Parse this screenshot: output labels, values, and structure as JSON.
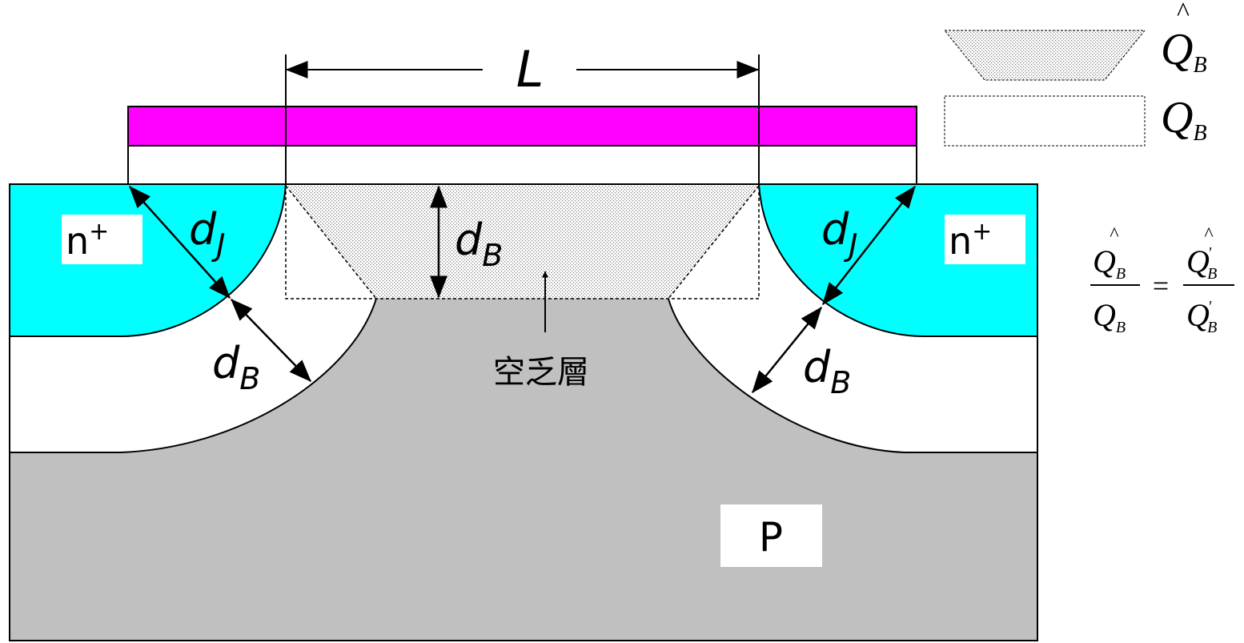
{
  "labels": {
    "channel_length": "L",
    "source_region": "n",
    "drain_region": "n",
    "doping_sup": "+",
    "substrate": "P",
    "depletion_layer": "空乏層",
    "d_symbol": "d",
    "junction_sub": "J",
    "depletion_sub": "B"
  },
  "legend": {
    "charge_symbol": "Q",
    "charge_sub": "B",
    "hat_mark": "^",
    "prime_mark": "'",
    "equals": "="
  },
  "colors": {
    "gate_metal": "#ff00ff",
    "n_plus": "#00ffff",
    "substrate": "#c0c0c0",
    "depletion": "#ffffff",
    "outline": "#000000"
  }
}
